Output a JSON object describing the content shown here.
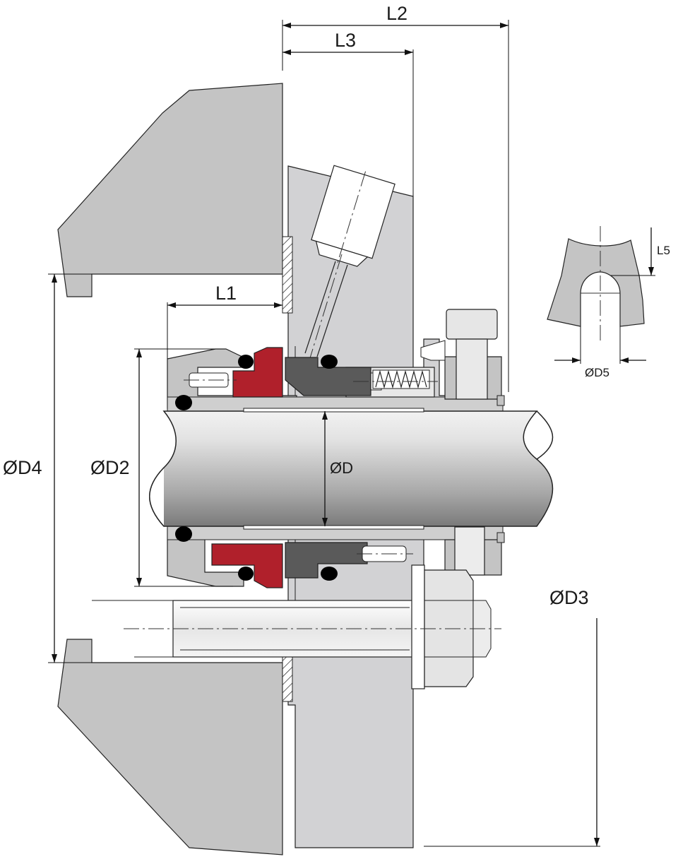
{
  "dimensions": {
    "L1": "L1",
    "L2": "L2",
    "L3": "L3",
    "L5": "L5",
    "D": "ØD",
    "D2": "ØD2",
    "D3": "ØD3",
    "D4": "ØD4",
    "D5": "ØD5"
  },
  "colors": {
    "housing": "#c4c4c4",
    "gland": "#d2d2d4",
    "shaft_light": "#e9e9e9",
    "shaft_dark": "#8a8a8a",
    "rotating_face": "#b0202b",
    "stationary_face": "#5a5a5a",
    "oring": "#000000",
    "sleeve": "#cfcfcf"
  }
}
